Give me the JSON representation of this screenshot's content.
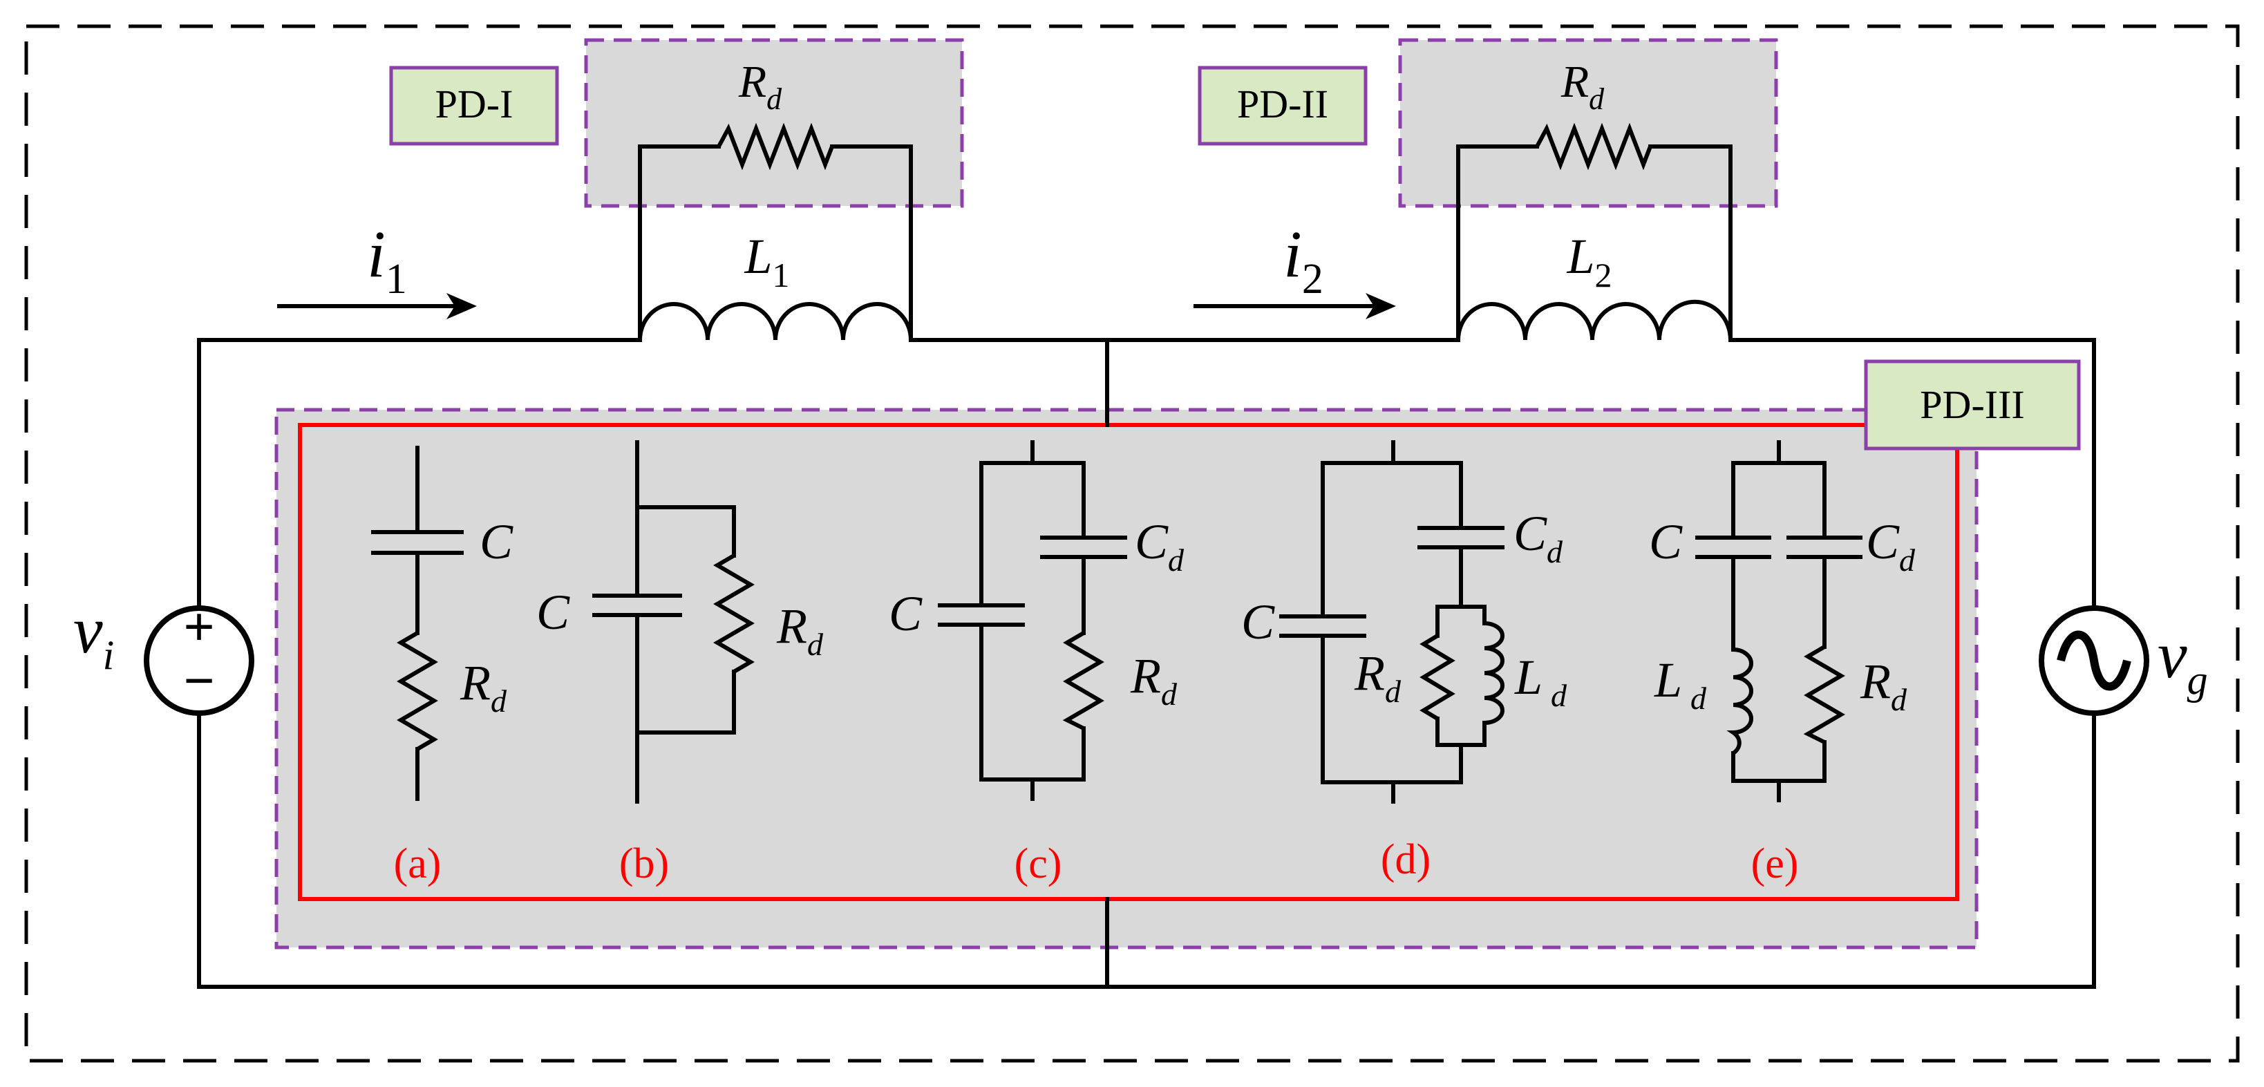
{
  "diagram": {
    "boxes": {
      "pd1": "PD-I",
      "pd2": "PD-II",
      "pd3": "PD-III"
    },
    "currents": {
      "i1": {
        "main": "i",
        "sub": "1"
      },
      "i2": {
        "main": "i",
        "sub": "2"
      }
    },
    "top_branches": {
      "rd1": {
        "main": "R",
        "sub": "d"
      },
      "l1": {
        "main": "L",
        "sub": "1"
      },
      "rd2": {
        "main": "R",
        "sub": "d"
      },
      "l2": {
        "main": "L",
        "sub": "2"
      }
    },
    "sources": {
      "vi": {
        "main": "v",
        "sub": "i"
      },
      "vg": {
        "main": "v",
        "sub": "g"
      },
      "plus": "+",
      "minus": "−"
    },
    "variants": {
      "a": {
        "tag": "(a)",
        "c": "C",
        "rd": {
          "main": "R",
          "sub": "d"
        }
      },
      "b": {
        "tag": "(b)",
        "c": "C",
        "rd": {
          "main": "R",
          "sub": "d"
        }
      },
      "c": {
        "tag": "(c)",
        "c": "C",
        "cd": {
          "main": "C",
          "sub": "d"
        },
        "rd": {
          "main": "R",
          "sub": "d"
        }
      },
      "d": {
        "tag": "(d)",
        "c": "C",
        "cd": {
          "main": "C",
          "sub": "d"
        },
        "rd": {
          "main": "R",
          "sub": "d"
        },
        "ld": {
          "main": "L",
          "sub": "d"
        }
      },
      "e": {
        "tag": "(e)",
        "c": "C",
        "cd": {
          "main": "C",
          "sub": "d"
        },
        "ld": {
          "main": "L",
          "sub": "d"
        },
        "rd": {
          "main": "R",
          "sub": "d"
        }
      }
    },
    "colors": {
      "wire": "#000000",
      "label_fill": "#d9e9c4",
      "label_border": "#8b3fa8",
      "shade": "#d9d9d9",
      "highlight": "#ff0000",
      "dashed_purple": "#8b3fa8"
    }
  }
}
